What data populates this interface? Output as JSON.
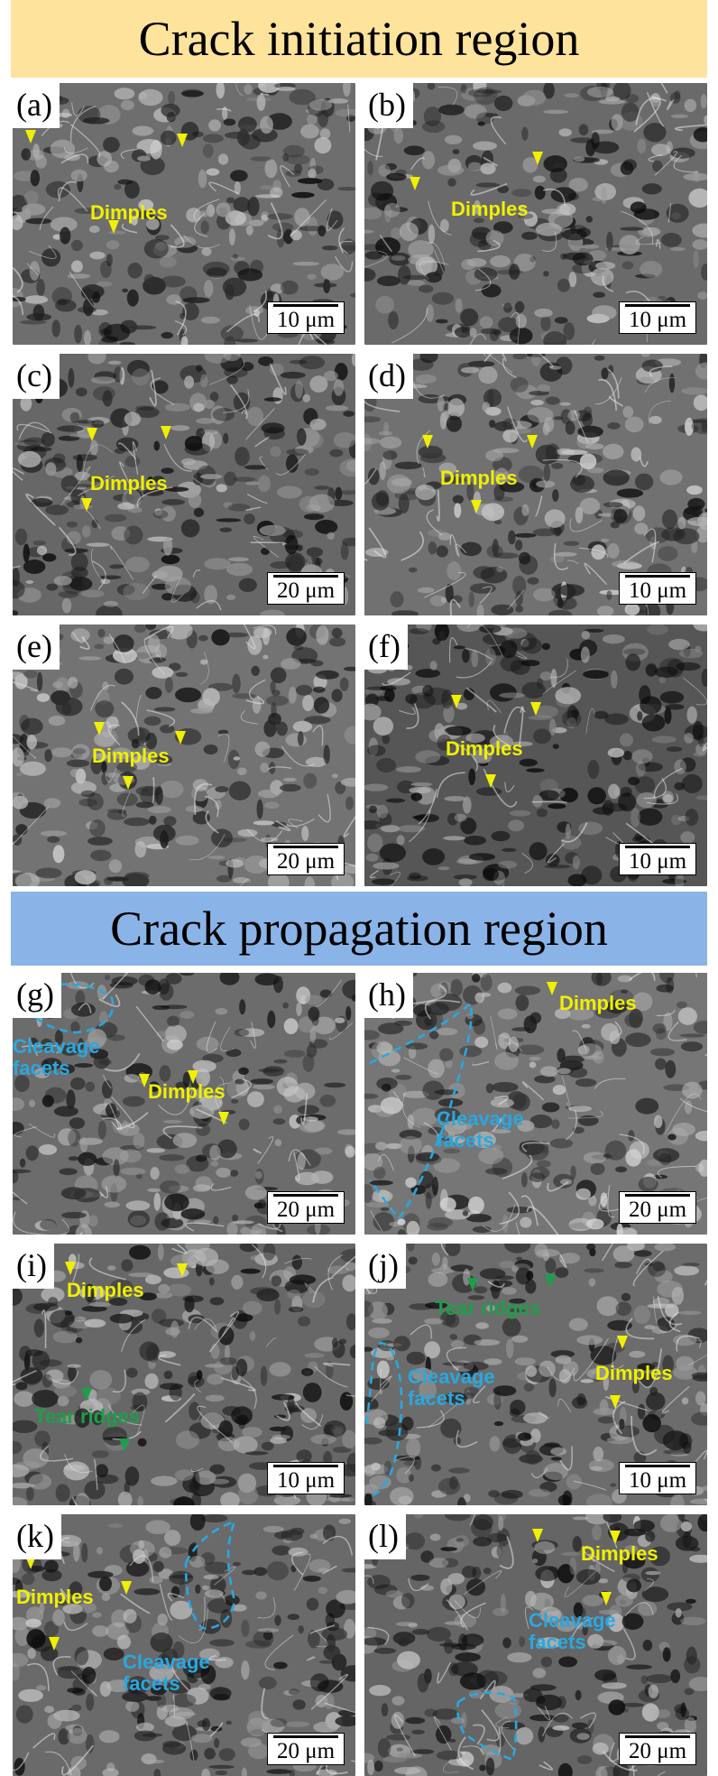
{
  "colors": {
    "initiation_banner": "#fde39b",
    "propagation_banner": "#8ab4e8",
    "dimple_label": "#f0f000",
    "cleavage_label": "#29a8e0",
    "tear_label": "#1e9e4a",
    "outline": "#29a8e0"
  },
  "sections": {
    "initiation": {
      "title": "Crack initiation region"
    },
    "propagation": {
      "title": "Crack propagation region"
    }
  },
  "panels": [
    {
      "id": "a",
      "letter": "(a)",
      "scale": "10 μm",
      "labels": [
        {
          "kind": "dimples",
          "text": "Dimples"
        }
      ]
    },
    {
      "id": "b",
      "letter": "(b)",
      "scale": "10 μm",
      "labels": [
        {
          "kind": "dimples",
          "text": "Dimples"
        }
      ]
    },
    {
      "id": "c",
      "letter": "(c)",
      "scale": "20 μm",
      "labels": [
        {
          "kind": "dimples",
          "text": "Dimples"
        }
      ]
    },
    {
      "id": "d",
      "letter": "(d)",
      "scale": "10 μm",
      "labels": [
        {
          "kind": "dimples",
          "text": "Dimples"
        }
      ]
    },
    {
      "id": "e",
      "letter": "(e)",
      "scale": "20 μm",
      "labels": [
        {
          "kind": "dimples",
          "text": "Dimples"
        }
      ]
    },
    {
      "id": "f",
      "letter": "(f)",
      "scale": "10 μm",
      "labels": [
        {
          "kind": "dimples",
          "text": "Dimples"
        }
      ]
    },
    {
      "id": "g",
      "letter": "(g)",
      "scale": "20 μm",
      "labels": [
        {
          "kind": "cleavage",
          "text": "Cleavage facets"
        },
        {
          "kind": "dimples",
          "text": "Dimples"
        }
      ]
    },
    {
      "id": "h",
      "letter": "(h)",
      "scale": "20 μm",
      "labels": [
        {
          "kind": "dimples",
          "text": "Dimples"
        },
        {
          "kind": "cleavage",
          "text": "Cleavage facets"
        }
      ]
    },
    {
      "id": "i",
      "letter": "(i)",
      "scale": "10 μm",
      "labels": [
        {
          "kind": "dimples",
          "text": "Dimples"
        },
        {
          "kind": "tear",
          "text": "Tear ridges"
        }
      ]
    },
    {
      "id": "j",
      "letter": "(j)",
      "scale": "10 μm",
      "labels": [
        {
          "kind": "tear",
          "text": "Tear ridges"
        },
        {
          "kind": "dimples",
          "text": "Dimples"
        },
        {
          "kind": "cleavage",
          "text": "Cleavage facets"
        }
      ]
    },
    {
      "id": "k",
      "letter": "(k)",
      "scale": "20 μm",
      "labels": [
        {
          "kind": "dimples",
          "text": "Dimples"
        },
        {
          "kind": "cleavage",
          "text": "Cleavage facets"
        }
      ]
    },
    {
      "id": "l",
      "letter": "(l)",
      "scale": "20 μm",
      "labels": [
        {
          "kind": "dimples",
          "text": "Dimples"
        },
        {
          "kind": "cleavage",
          "text": "Cleavage facets"
        }
      ]
    }
  ]
}
